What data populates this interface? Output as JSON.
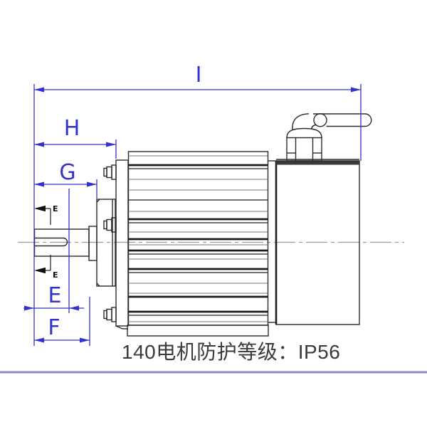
{
  "caption": {
    "text": "140电机防护等级：IP56"
  },
  "dimensions": {
    "I": {
      "label": "I"
    },
    "H": {
      "label": "H"
    },
    "G": {
      "label": "G"
    },
    "E": {
      "label": "E"
    },
    "F": {
      "label": "F"
    }
  },
  "section_markers": {
    "top_label": "E",
    "bottom_label": "E"
  },
  "colors": {
    "dimension_blue": "#3232cd",
    "outline_black": "#2b2b2b",
    "centerline_gray": "#9a9a9a",
    "caption_gray": "#3a3a3a",
    "footer_rule_blue": "#8c8ccd"
  }
}
